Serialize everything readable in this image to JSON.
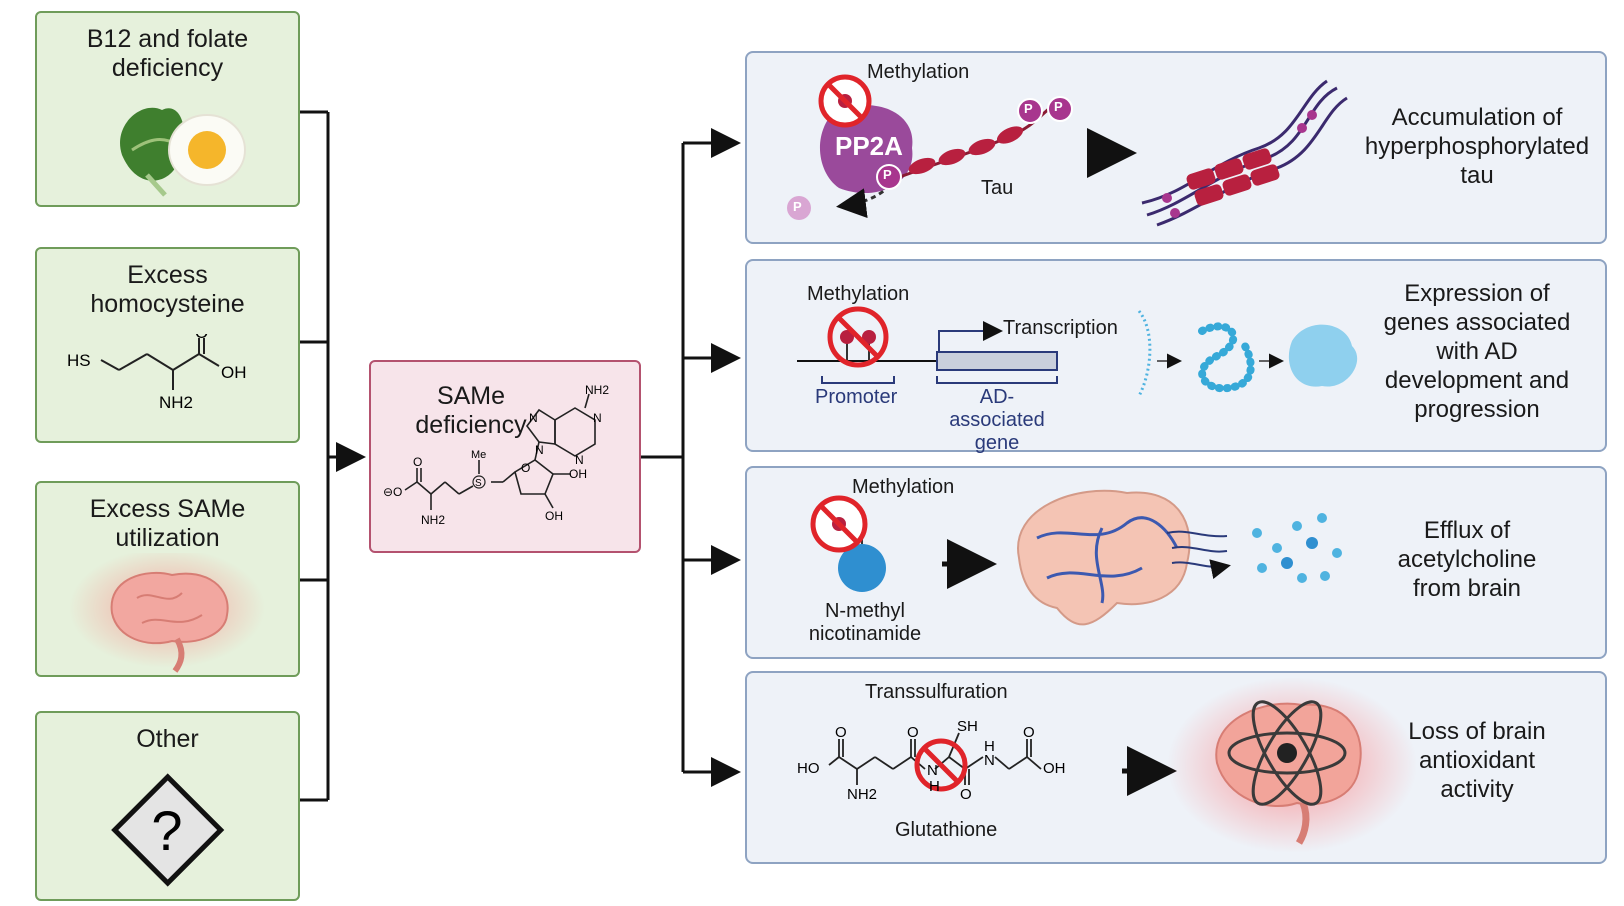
{
  "causes": [
    {
      "title": "B12 and folate\ndeficiency"
    },
    {
      "title": "Excess\nhomocysteine"
    },
    {
      "title": "Excess SAMe\nutilization"
    },
    {
      "title": "Other"
    }
  ],
  "homocysteine_struct": {
    "hs": "HS",
    "o": "O",
    "oh": "OH",
    "nh2": "NH2"
  },
  "other_symbol": "?",
  "center": {
    "title": "SAMe\ndeficiency",
    "struct": {
      "nh2_top": "NH2",
      "n1": "N",
      "n2": "N",
      "n3": "N",
      "n4": "N",
      "o_ring": "O",
      "me": "Me",
      "s": "S",
      "oh1": "OH",
      "oh2": "OH",
      "o_acid": "O",
      "o_minus": "⊖O",
      "nh2": "NH2"
    }
  },
  "effects": [
    {
      "methylation": "Methylation",
      "pp2a": "PP2A",
      "p": "P",
      "tau": "Tau",
      "outcome": "Accumulation of\nhyperphosphorylated\ntau"
    },
    {
      "methylation": "Methylation",
      "transcription": "Transcription",
      "promoter": "Promoter",
      "gene": "AD-associated\ngene",
      "outcome": "Expression of\ngenes associated\nwith AD\ndevelopment and\nprogression"
    },
    {
      "methylation": "Methylation",
      "molecule": "N-methyl\nnicotinamide",
      "outcome": "Efflux of\nacetylcholine\nfrom brain"
    },
    {
      "transsulfuration": "Transsulfuration",
      "glutathione": "Glutathione",
      "struct": {
        "o1": "O",
        "ho": "HO",
        "nh2": "NH2",
        "o2": "O",
        "sh": "SH",
        "h1": "H",
        "n1": "N",
        "h2": "H",
        "n2": "N",
        "o3": "O",
        "o4": "O",
        "oh": "OH"
      },
      "outcome": "Loss of brain\nantioxidant\nactivity"
    }
  ],
  "colors": {
    "cause_fill": "#e6f1dc",
    "cause_border": "#6f9c5a",
    "center_fill": "#f7e4ea",
    "center_border": "#b4526f",
    "effect_fill": "#eef2f8",
    "effect_border": "#8ea3c2",
    "no_sign": "#e0242a",
    "pp2a": "#9a4a9b",
    "tau": "#b8203f",
    "phosphate": "#a8368e"
  }
}
